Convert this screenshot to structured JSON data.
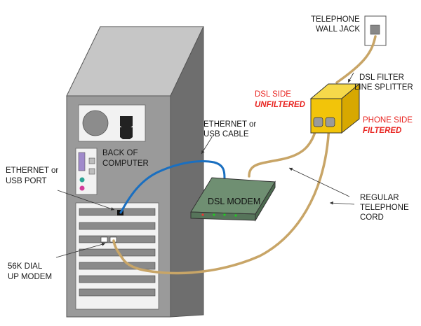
{
  "labels": {
    "telephone_wall_jack": [
      "TELEPHONE",
      "WALL JACK"
    ],
    "dsl_filter": [
      "DSL FILTER",
      "LINE SPLITTER"
    ],
    "dsl_side": "DSL SIDE",
    "unfiltered": "UNFILTERED",
    "phone_side": "PHONE SIDE",
    "filtered": "FILTERED",
    "ethernet_cable": [
      "ETHERNET or",
      "USB CABLE"
    ],
    "back_of_computer": [
      "BACK OF",
      "COMPUTER"
    ],
    "ethernet_port": [
      "ETHERNET or",
      "USB PORT"
    ],
    "dsl_modem": "DSL MODEM",
    "regular_cord": [
      "REGULAR",
      "TELEPHONE",
      "CORD"
    ],
    "dial_up_modem": [
      "56K DIAL",
      "UP MODEM"
    ]
  },
  "colors": {
    "tower_front": "#9a9a9a",
    "tower_side": "#6e6e6e",
    "tower_top": "#c6c6c6",
    "phone_cord": "#c8a567",
    "ethernet_cable": "#1a6fc0",
    "filter_box": "#f2c40a",
    "modem_body": "#5f7f62",
    "label_red": "#e8231f"
  },
  "icons": [
    "power-supply-fan-icon",
    "ps2-ports-icon",
    "audio-jacks-icon",
    "modular-jack-icon"
  ]
}
